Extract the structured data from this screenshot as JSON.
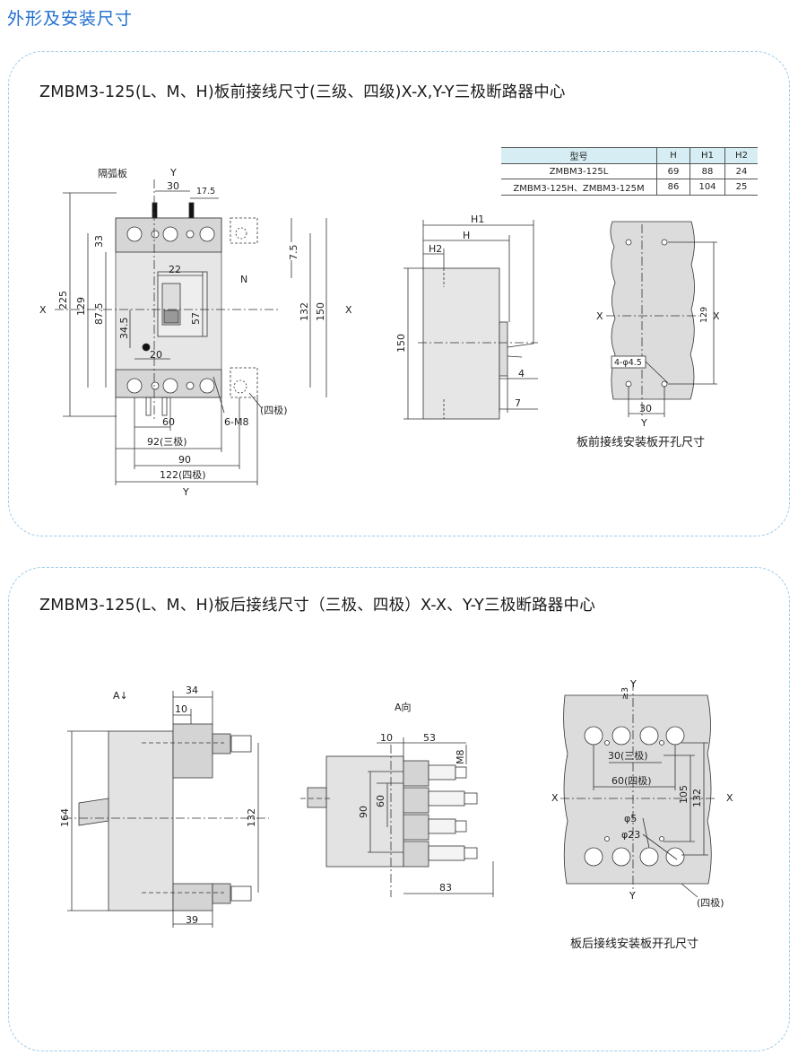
{
  "page_title": "外形及安装尺寸",
  "section1": {
    "title": "ZMBM3-125(L、M、H)板前接线尺寸(三级、四级)X-X,Y-Y三极断路器中心",
    "table": {
      "headers": [
        "型号",
        "H",
        "H1",
        "H2"
      ],
      "rows": [
        [
          "ZMBM3-125L",
          "69",
          "88",
          "24"
        ],
        [
          "ZMBM3-125H、ZMBM3-125M",
          "86",
          "104",
          "25"
        ]
      ]
    },
    "front_view": {
      "barrier_label": "隔弧板",
      "axis_y": "Y",
      "axis_x": "X",
      "n_label": "N",
      "dims": {
        "d30": "30",
        "d17_5": "17.5",
        "d33": "33",
        "d7_5": "7.5",
        "d225": "225",
        "d129": "129",
        "d87_5": "87.5",
        "d22": "22",
        "d57": "57",
        "d34_5": "34.5",
        "d20": "20",
        "d132": "132",
        "d150": "150",
        "d60": "60",
        "d92": "92(三极)",
        "d90": "90",
        "d122": "122(四极)",
        "m8": "6-M8",
        "four_pole": "(四极)"
      }
    },
    "side_view": {
      "h1": "H1",
      "h2": "H2",
      "h": "H",
      "d150": "150",
      "d4": "4",
      "d7": "7"
    },
    "mount_view": {
      "caption": "板前接线安装板开孔尺寸",
      "hole": "4-φ4.5",
      "d129": "129",
      "d30": "30",
      "axis_x": "X",
      "axis_y": "Y"
    }
  },
  "section2": {
    "title": "ZMBM3-125(L、M、H)板后接线尺寸（三极、四极）X-X、Y-Y三极断路器中心",
    "side_view": {
      "a_label": "A↓",
      "d34": "34",
      "d10": "10",
      "d164": "164",
      "d132": "132",
      "d39": "39"
    },
    "a_view": {
      "title": "A向",
      "d10": "10",
      "d53": "53",
      "m8": "M8",
      "d60": "60",
      "d90": "90",
      "d83": "83"
    },
    "mount_view": {
      "caption": "板后接线安装板开孔尺寸",
      "ge3": "≥3",
      "d30": "30(三极)",
      "d60": "60(四极)",
      "d105": "105",
      "d132": "132",
      "phi5": "φ5",
      "phi23": "φ23",
      "four_pole": "(四极)",
      "axis_x": "X",
      "axis_y": "Y"
    }
  }
}
